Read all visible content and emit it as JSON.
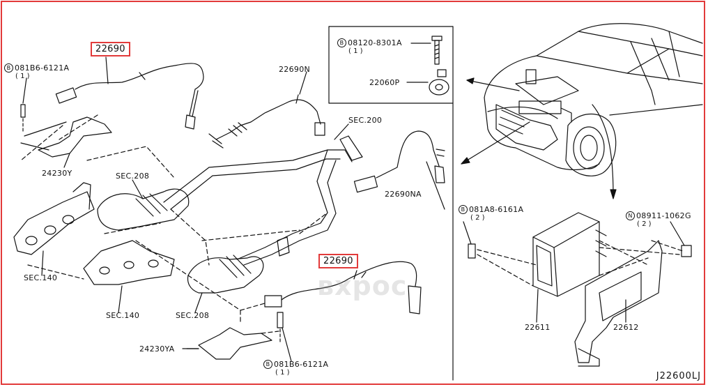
{
  "diagram": {
    "code": "J22600LJ",
    "watermark": "вхрос",
    "parts": {
      "sensor_upper": "22690",
      "sensor_lower": "22690",
      "sensor_n": "22690N",
      "sensor_na": "22690NA",
      "bracket_y": "24230Y",
      "bracket_ya": "24230YA",
      "knock_sensor": "22060P",
      "ecu": "22611",
      "ecu_bracket": "22612"
    },
    "sections": {
      "sec200": "SEC.200",
      "sec208_a": "SEC.208",
      "sec208_b": "SEC.208",
      "sec140_a": "SEC.140",
      "sec140_b": "SEC.140"
    },
    "fasteners": {
      "bolt_a": {
        "badge": "B",
        "code": "081B6-6121A",
        "qty": "( 1 )"
      },
      "bolt_b": {
        "badge": "B",
        "code": "081B6-6121A",
        "qty": "( 1 )"
      },
      "bolt_c": {
        "badge": "B",
        "code": "08120-8301A",
        "qty": "( 1 )"
      },
      "bolt_d": {
        "badge": "B",
        "code": "081A8-6161A",
        "qty": "( 2 )"
      },
      "nut_n": {
        "badge": "N",
        "code": "08911-1062G",
        "qty": "( 2 )"
      }
    },
    "colors": {
      "highlight": "#e23a3a",
      "line": "#111111"
    }
  }
}
